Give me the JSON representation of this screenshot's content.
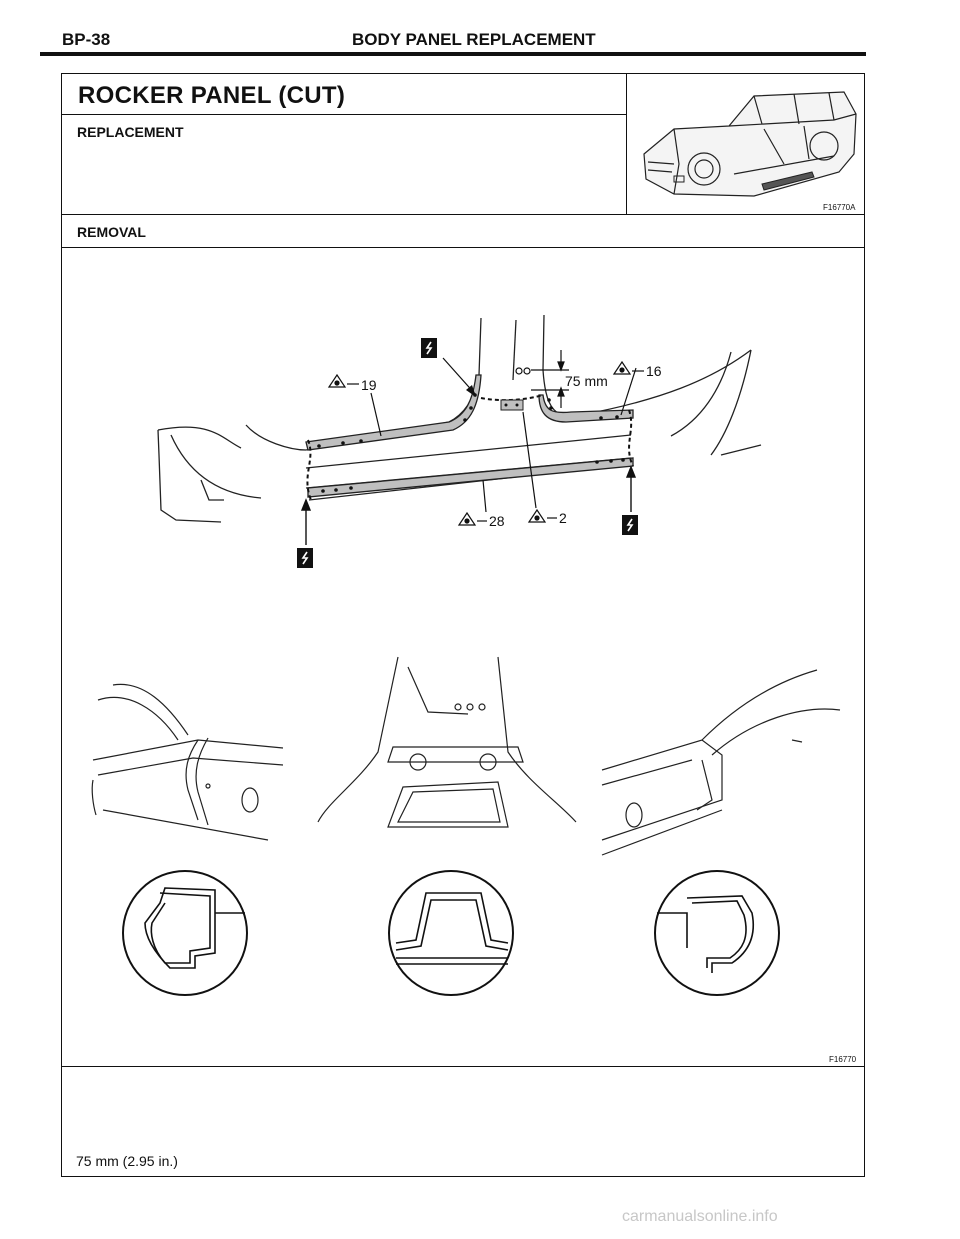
{
  "header": {
    "page_code": "BP-38",
    "title": "BODY PANEL REPLACEMENT"
  },
  "section": {
    "title": "ROCKER PANEL (CUT)",
    "subtitle": "REPLACEMENT"
  },
  "removal": {
    "label": "REMOVAL"
  },
  "figures": {
    "overview_code": "F16770A",
    "main_code": "F16770"
  },
  "callouts": {
    "spot_19": "19",
    "spot_16": "16",
    "spot_28": "28",
    "spot_2": "2",
    "dimension": "75 mm"
  },
  "footer": {
    "note": "75 mm (2.95 in.)"
  },
  "watermark": "carmanualsonline.info"
}
